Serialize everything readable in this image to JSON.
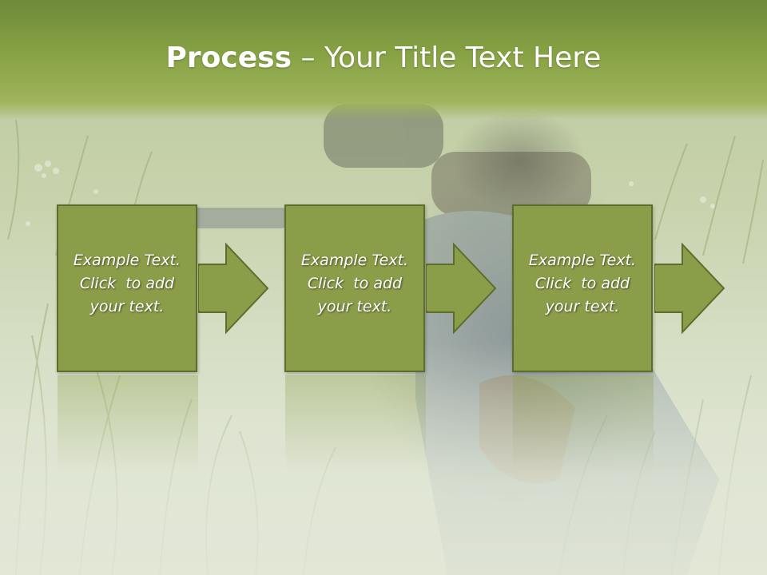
{
  "slide": {
    "title_bold": "Process",
    "title_rest": " – Your Title Text Here",
    "steps": [
      {
        "line1": "Example Text.",
        "line2": "Click  to add",
        "line3": "your text."
      },
      {
        "line1": "Example Text.",
        "line2": "Click  to add",
        "line3": "your text."
      },
      {
        "line1": "Example Text.",
        "line2": "Click  to add",
        "line3": "your text."
      }
    ]
  },
  "colors": {
    "title_bar": "#87a244",
    "box_fill": "#8a9e4a",
    "box_border": "#5d6d2c",
    "text": "#ffffff"
  },
  "background": {
    "icon": "grass-field-photo"
  }
}
